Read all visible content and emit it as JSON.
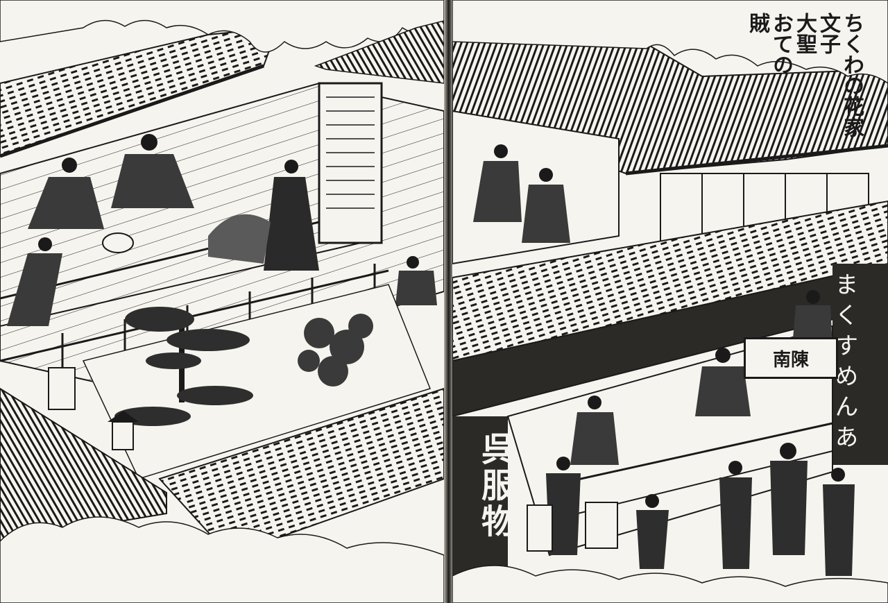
{
  "spread": {
    "left_page": {
      "label": "left-page"
    },
    "right_page": {
      "cartouche": [
        "おての",
        "大聖",
        "文子",
        "ちくわの花家"
      ],
      "cartouche_last": "賊",
      "noren_main_text": "呉服物",
      "noren_side_text": "まくすめんあ",
      "shop_sign_text": "南陳"
    }
  },
  "colors": {
    "ink": "#1a1a1a",
    "paper": "#f6f4ee",
    "gutter": "#2b2a27"
  }
}
